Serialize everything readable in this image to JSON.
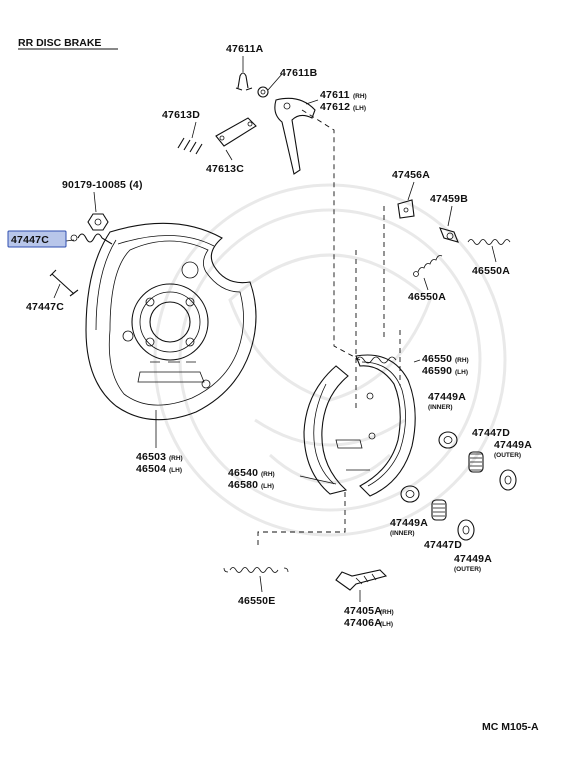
{
  "title": "RR DISC BRAKE",
  "diagram_code": "MC M105-A",
  "highlight_color": "#b8c6ea",
  "highlight_border": "#2f4fb0",
  "labels": {
    "p47611A": "47611A",
    "p47611B": "47611B",
    "p47611_rh": "47611",
    "p47611_rh_sub": "(RH)",
    "p47612_lh": "47612",
    "p47612_lh_sub": "(LH)",
    "p47613D": "47613D",
    "p47613C": "47613C",
    "p90179": "90179-10085 (4)",
    "p47447C_hl": "47447C",
    "p47447C": "47447C",
    "p47456A": "47456A",
    "p47459B": "47459B",
    "p46550A_right": "46550A",
    "p46550A_left": "46550A",
    "p46550_rh": "46550",
    "p46550_rh_sub": "(RH)",
    "p46590_lh": "46590",
    "p46590_lh_sub": "(LH)",
    "p47449A_inner_top": "47449A",
    "p47449A_inner_top_sub": "(INNER)",
    "p47447D_top": "47447D",
    "p47449A_outer_top": "47449A",
    "p47449A_outer_top_sub": "(OUTER)",
    "p46503_rh": "46503",
    "p46503_rh_sub": "(RH)",
    "p46504_lh": "46504",
    "p46504_lh_sub": "(LH)",
    "p46540_rh": "46540",
    "p46540_rh_sub": "(RH)",
    "p46580_lh": "46580",
    "p46580_lh_sub": "(LH)",
    "p47449A_inner_bot": "47449A",
    "p47449A_inner_bot_sub": "(INNER)",
    "p47447D_bot": "47447D",
    "p47449A_outer_bot": "47449A",
    "p47449A_outer_bot_sub": "(OUTER)",
    "p46550E": "46550E",
    "p47405A_rh": "47405A",
    "p47405A_rh_sub": "(RH)",
    "p47406A_lh": "47406A",
    "p47406A_lh_sub": "(LH)"
  }
}
